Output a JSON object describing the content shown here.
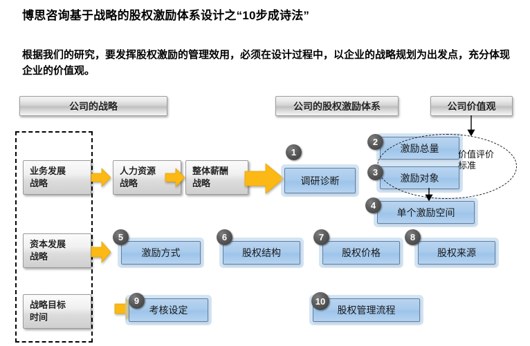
{
  "page": {
    "title": "博思咨询基于战略的股权激励体系设计之“10步成诗法”",
    "subtitle": "根据我们的研究，要发挥股权激励的管理效用，必须在设计过程中，以企业的战略规划为出发点，充分体现企业的价值观。"
  },
  "banners": {
    "strategy": "公司的战略",
    "equity_system": "公司的股权激励体系",
    "values": "公司价值观"
  },
  "strategy_boxes": [
    {
      "id": "business",
      "label": "业务发展\n战略"
    },
    {
      "id": "hr",
      "label": "人力资源\n战略"
    },
    {
      "id": "compensation",
      "label": "整体薪酬\n战略"
    },
    {
      "id": "capital",
      "label": "资本发展\n战略"
    },
    {
      "id": "time",
      "label": "战略目标\n时间"
    }
  ],
  "steps": [
    {
      "num": "1",
      "label": "调研诊断"
    },
    {
      "num": "2",
      "label": "激励总量"
    },
    {
      "num": "3",
      "label": "激励对象"
    },
    {
      "num": "4",
      "label": "单个激励空间"
    },
    {
      "num": "5",
      "label": "激励方式"
    },
    {
      "num": "6",
      "label": "股权结构"
    },
    {
      "num": "7",
      "label": "股权价格"
    },
    {
      "num": "8",
      "label": "股权来源"
    },
    {
      "num": "9",
      "label": "考核设定"
    },
    {
      "num": "10",
      "label": "股权管理流程"
    }
  ],
  "annotations": {
    "value_criteria": "价值评价标准"
  },
  "colors": {
    "blue_fill": "#a9cbec",
    "blue_border": "#5e7ea3",
    "blue_glow": "#afceea",
    "grey_fill": "#dcdcdc",
    "grey_border": "#9a9a9a",
    "arrow_yellow": "#fcb814",
    "circle_dark": "#3a3a3a",
    "text": "#000000"
  }
}
